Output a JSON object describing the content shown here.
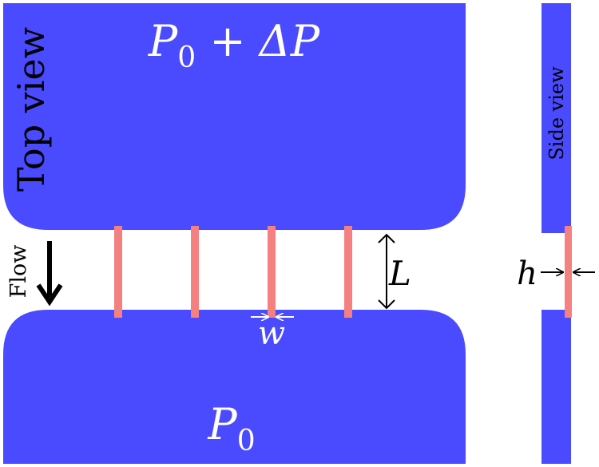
{
  "colors": {
    "reservoir": "#4a4aff",
    "channel": "#f58080",
    "background": "#ffffff",
    "annotation": "#000000",
    "annotation_light": "#ffffff"
  },
  "labels": {
    "top_view": "Top view",
    "side_view": "Side view",
    "flow": "Flow",
    "pressure_top_base": "P",
    "pressure_top_sub": "0",
    "pressure_top_rest": " + ΔP",
    "pressure_bottom_base": "P",
    "pressure_bottom_sub": "0",
    "length": "L",
    "width": "w",
    "height": "h"
  },
  "channels": {
    "count": 4
  },
  "icons": {
    "flow_arrow": "down-arrow-icon",
    "length_marker": "double-arrow-icon",
    "width_marker": "inward-arrows-icon",
    "height_marker": "inward-arrows-icon"
  }
}
